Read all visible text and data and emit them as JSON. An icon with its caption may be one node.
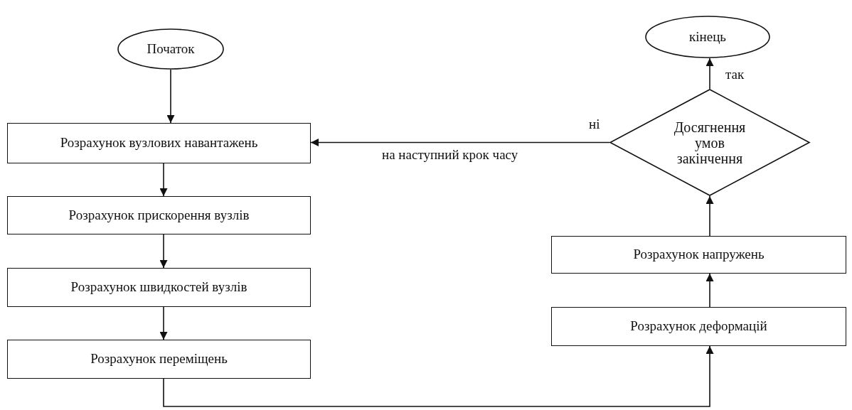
{
  "diagram": {
    "nodes": [
      {
        "text": [
          "Початок"
        ]
      },
      {
        "text": [
          "Розрахунок вузлових навантажень"
        ]
      },
      {
        "text": [
          "Розрахунок прискорення вузлів"
        ]
      },
      {
        "text": [
          "Розрахунок швидкостей вузлів"
        ]
      },
      {
        "text": [
          "Розрахунок переміщень"
        ]
      },
      {
        "text": [
          "кінець"
        ]
      },
      {
        "text": [
          "Досягнення умов закінчення"
        ]
      },
      {
        "text": [
          "Розрахунок напружень"
        ]
      },
      {
        "text": [
          "Розрахунок деформацій"
        ]
      }
    ],
    "edges": [
      {
        "from": 0,
        "to": 1,
        "arrow": "to"
      },
      {
        "from": 1,
        "to": 2,
        "arrow": "to"
      },
      {
        "from": 2,
        "to": 3,
        "arrow": "to"
      },
      {
        "from": 3,
        "to": 4,
        "arrow": "to"
      },
      {
        "from": 4,
        "to": 8,
        "arrow": "to"
      },
      {
        "from": 8,
        "to": 7,
        "arrow": "to"
      },
      {
        "from": 7,
        "to": 6,
        "arrow": "to"
      },
      {
        "from": 6,
        "to": 5,
        "arrow": "to",
        "label": "так"
      },
      {
        "from": 6,
        "to": 1,
        "arrow": "to",
        "label": "ні"
      }
    ],
    "labels": [
      "на наступний крок часу"
    ]
  }
}
